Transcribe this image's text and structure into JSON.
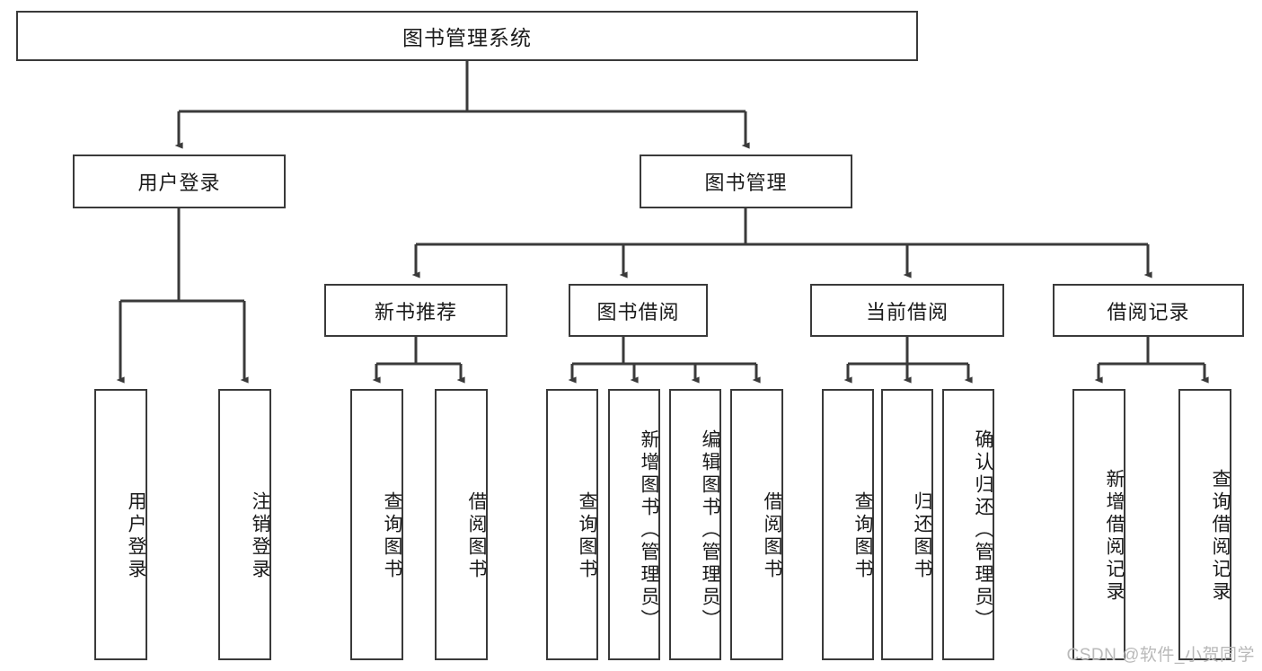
{
  "diagram": {
    "title": "图书管理系统",
    "type": "hierarchy-tree",
    "watermark": "CSDN @软件_小贺同学",
    "colors": {
      "stroke": "#3a3a3a",
      "fill": "#ffffff",
      "text": "#1a1a1a",
      "watermark": "#b9b9b9"
    },
    "levels": {
      "root": {
        "label": "图书管理系统"
      },
      "level2": [
        {
          "id": "user-login",
          "label": "用户登录"
        },
        {
          "id": "book-management",
          "label": "图书管理"
        }
      ],
      "level3": [
        {
          "id": "new-book-recommend",
          "label": "新书推荐",
          "parent": "book-management"
        },
        {
          "id": "book-borrow",
          "label": "图书借阅",
          "parent": "book-management"
        },
        {
          "id": "current-borrow",
          "label": "当前借阅",
          "parent": "book-management"
        },
        {
          "id": "borrow-record",
          "label": "借阅记录",
          "parent": "book-management"
        }
      ],
      "leaves": {
        "user-login": [
          {
            "id": "leaf-user-login",
            "label": "用户登录"
          },
          {
            "id": "leaf-user-logout",
            "label": "注销登录"
          }
        ],
        "new-book-recommend": [
          {
            "id": "leaf-query-book-1",
            "label": "查询图书"
          },
          {
            "id": "leaf-borrow-book-1",
            "label": "借阅图书"
          }
        ],
        "book-borrow": [
          {
            "id": "leaf-query-book-2",
            "label": "查询图书"
          },
          {
            "id": "leaf-add-book",
            "label": "新增图书（管理员）"
          },
          {
            "id": "leaf-edit-book",
            "label": "编辑图书（管理员）"
          },
          {
            "id": "leaf-borrow-book-2",
            "label": "借阅图书"
          }
        ],
        "current-borrow": [
          {
            "id": "leaf-query-book-3",
            "label": "查询图书"
          },
          {
            "id": "leaf-return-book",
            "label": "归还图书"
          },
          {
            "id": "leaf-confirm-return",
            "label": "确认归还（管理员）"
          }
        ],
        "borrow-record": [
          {
            "id": "leaf-add-record",
            "label": "新增借阅记录"
          },
          {
            "id": "leaf-query-record",
            "label": "查询借阅记录"
          }
        ]
      }
    }
  }
}
